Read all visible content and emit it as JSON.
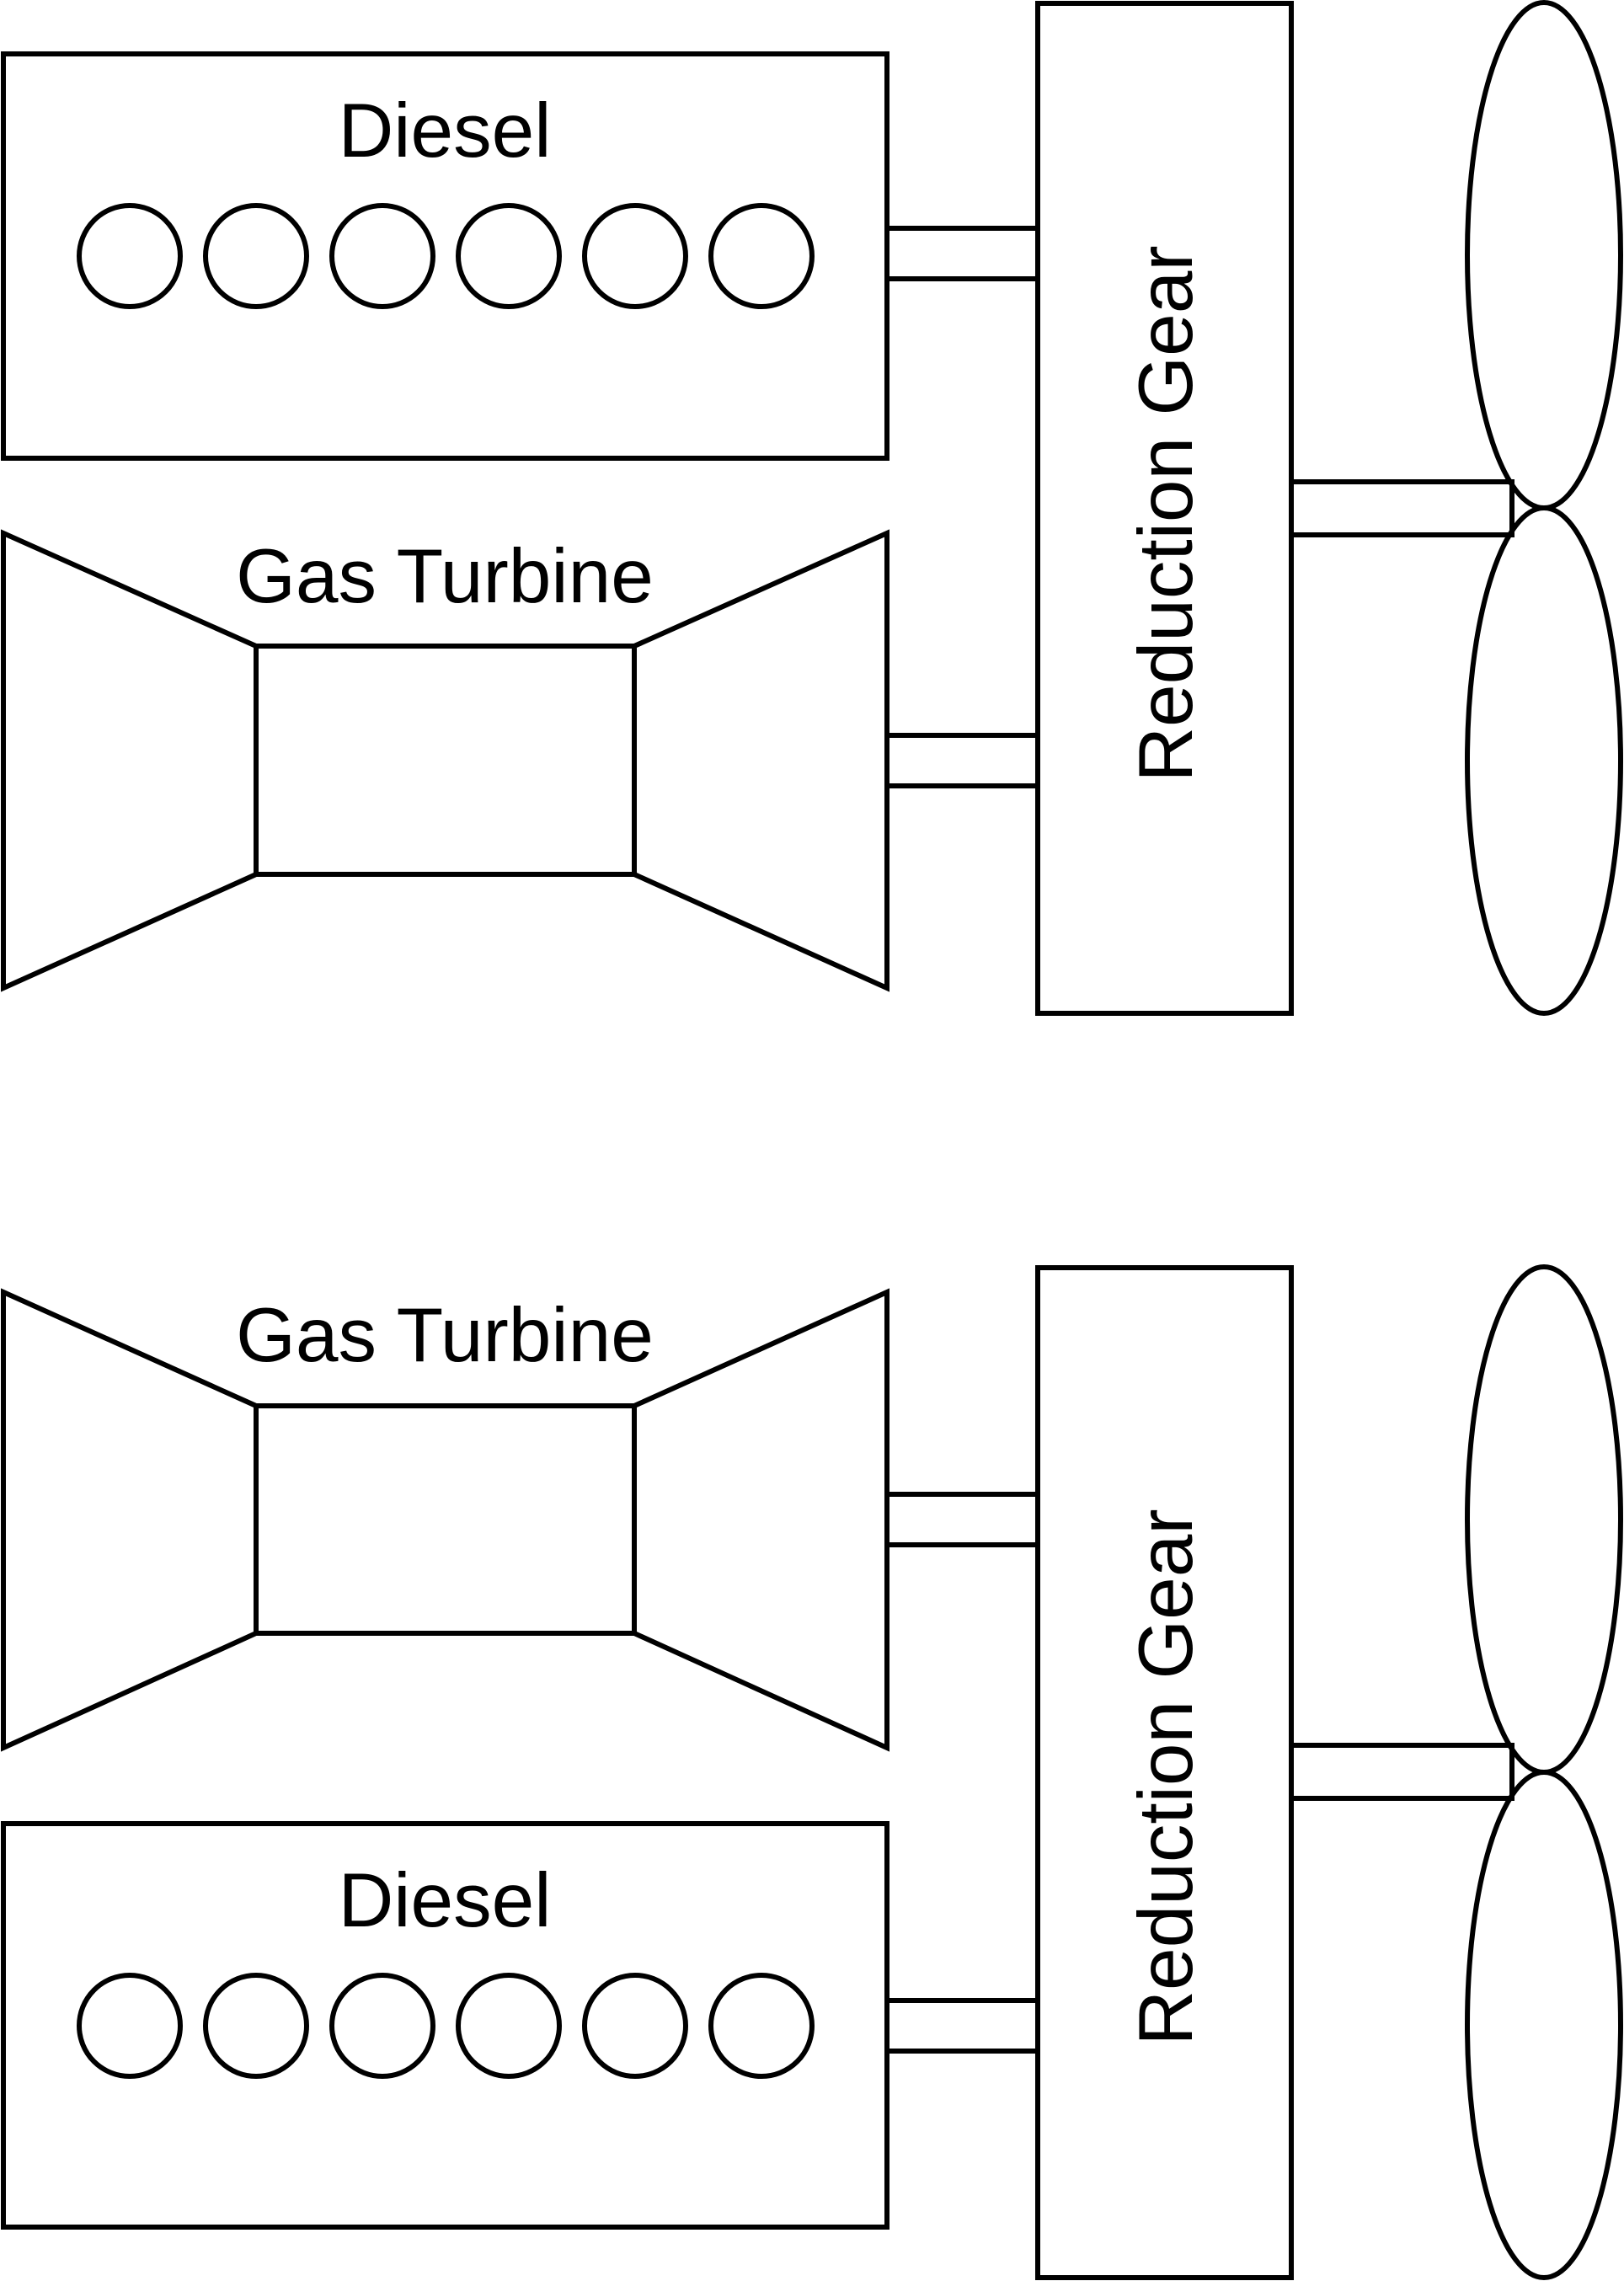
{
  "colors": {
    "background": "#ffffff",
    "stroke": "#000000"
  },
  "top_arrangement": {
    "diesel_label": "Diesel",
    "gas_turbine_label": "Gas Turbine",
    "reduction_gear_label": "Reduction Gear"
  },
  "bottom_arrangement": {
    "gas_turbine_label": "Gas Turbine",
    "diesel_label": "Diesel",
    "reduction_gear_label": "Reduction Gear"
  }
}
